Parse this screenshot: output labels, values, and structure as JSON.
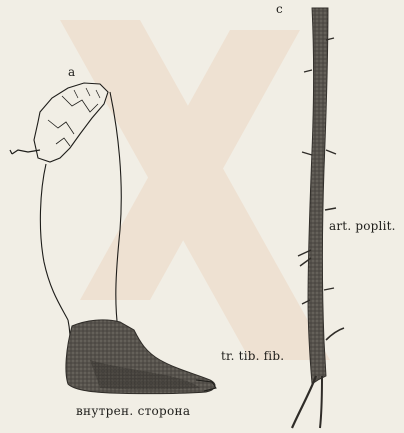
{
  "figure": {
    "panel_a_label": "a",
    "panel_c_label": "c",
    "label_artery": "art. poplit.",
    "label_trunk": "tr. tib. fib.",
    "caption": "внутрен. сторона"
  },
  "colors": {
    "paper": "#f1eee5",
    "ink": "#1e1d1a",
    "vessel": "#5a5650",
    "shadow": "#2f2c28",
    "watermark": "#e9c0a4"
  }
}
